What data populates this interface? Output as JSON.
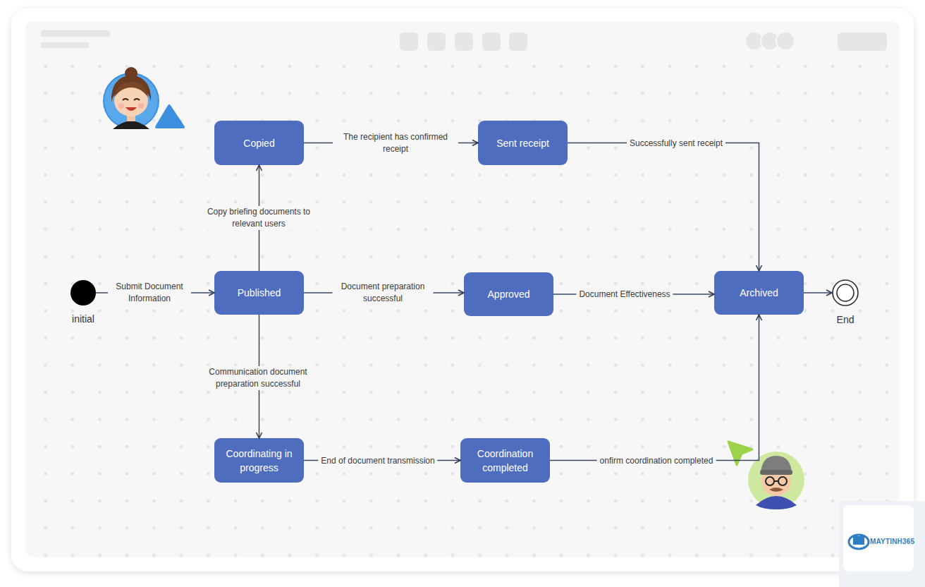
{
  "diagram": {
    "nodes": [
      {
        "text": [
          "Copied"
        ]
      },
      {
        "text": [
          "Sent receipt"
        ]
      },
      {
        "text": [
          "initial"
        ]
      },
      {
        "text": [
          "Published"
        ]
      },
      {
        "text": [
          "Approved"
        ]
      },
      {
        "text": [
          "Archived"
        ]
      },
      {
        "text": [
          "End"
        ]
      },
      {
        "text": [
          "Coordinating in progress"
        ]
      },
      {
        "text": [
          "Coordination completed"
        ]
      }
    ],
    "edges": [
      {
        "from": 2,
        "to": 3,
        "label": "Submit Document Information",
        "arrow": "to"
      },
      {
        "from": 3,
        "to": 0,
        "label": "Copy briefing documents to relevant users",
        "arrow": "to"
      },
      {
        "from": 0,
        "to": 1,
        "label": "The recipient has confirmed receipt",
        "arrow": "to"
      },
      {
        "from": 1,
        "to": 5,
        "label": "Successfully sent receipt",
        "arrow": "to"
      },
      {
        "from": 3,
        "to": 4,
        "label": "Document preparation successful",
        "arrow": "to"
      },
      {
        "from": 4,
        "to": 5,
        "label": "Document Effectiveness",
        "arrow": "to"
      },
      {
        "from": 3,
        "to": 7,
        "label": "Communication document preparation successful",
        "arrow": "to"
      },
      {
        "from": 7,
        "to": 8,
        "label": "End of document transmission",
        "arrow": "to"
      },
      {
        "from": 8,
        "to": 5,
        "label": "onfirm coordination completed",
        "arrow": "to"
      },
      {
        "from": 5,
        "to": 6,
        "arrow": "to"
      }
    ],
    "labels": [
      "MAYTINH365"
    ]
  }
}
